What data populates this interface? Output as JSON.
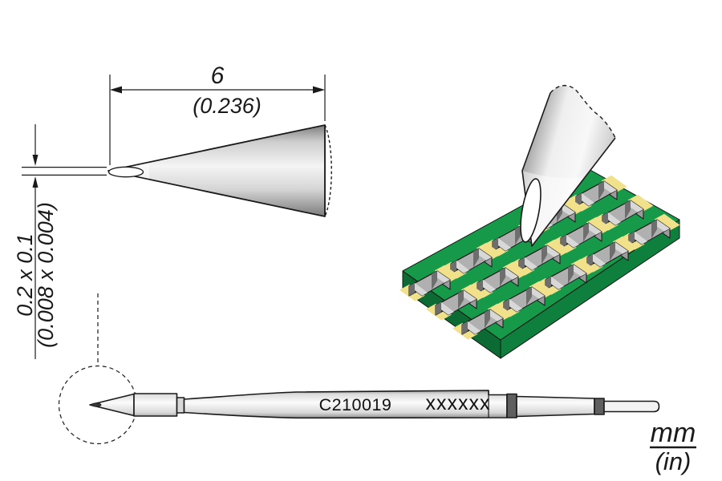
{
  "detail_view": {
    "length_mm": "6",
    "length_in": "(0.236)",
    "tip_mm": "0.2 x 0.1",
    "tip_in": "(0.008 x 0.004)"
  },
  "cartridge": {
    "model": "C210019",
    "marking": "xxxxxx"
  },
  "units": {
    "metric": "mm",
    "imperial": "(in)"
  },
  "colors": {
    "line": "#1a1a1a",
    "pcb_top": "#169a4a",
    "pcb_side_left": "#0b6b33",
    "pcb_side_right": "#0f7f3e",
    "pad": "#f0e18a",
    "chip_top": "#b0b0b0",
    "chip_front": "#474747",
    "chip_end": "#9c9c9c",
    "chip_cap_top": "#d8d8d8",
    "chip_cap_front": "#6e6e6e",
    "ring_dark": "#5f5f5f"
  }
}
